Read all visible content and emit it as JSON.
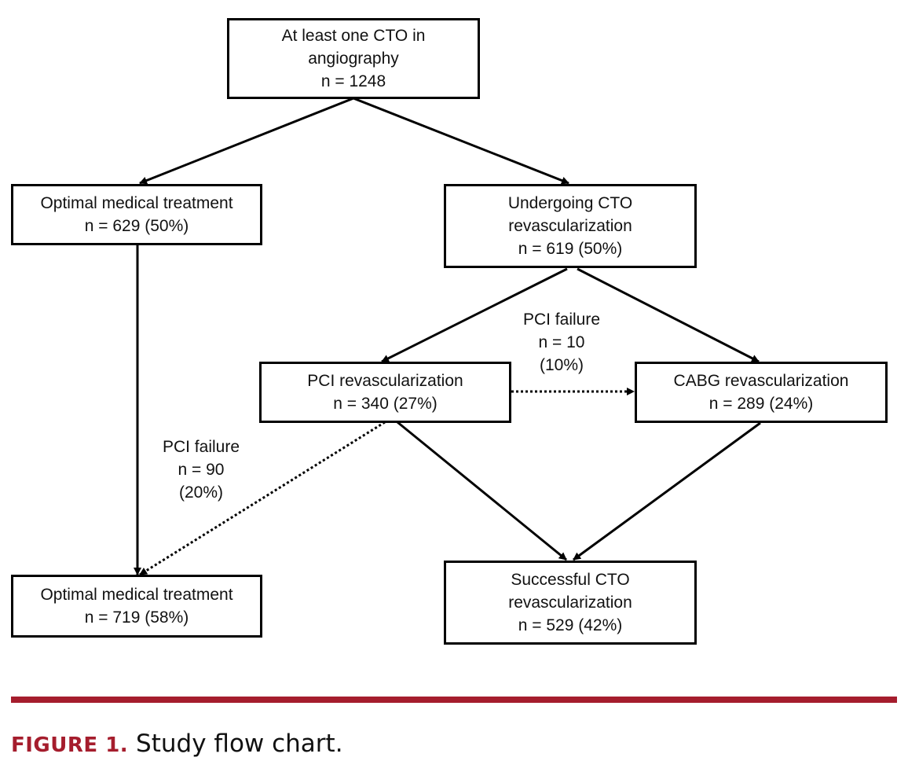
{
  "colors": {
    "rule": "#a51d2d",
    "line": "#000000"
  },
  "nodes": {
    "root": {
      "lines": [
        "At least one CTO in",
        "angiography",
        "n = 1248"
      ]
    },
    "omt1": {
      "lines": [
        "Optimal medical treatment",
        "n = 629 (50%)"
      ]
    },
    "revasc": {
      "lines": [
        "Undergoing CTO",
        "revascularization",
        "n = 619 (50%)"
      ]
    },
    "pci": {
      "lines": [
        "PCI revascularization",
        "n = 340 (27%)"
      ]
    },
    "cabg": {
      "lines": [
        "CABG revascularization",
        "n = 289 (24%)"
      ]
    },
    "omt2": {
      "lines": [
        "Optimal medical treatment",
        "n = 719 (58%)"
      ]
    },
    "success": {
      "lines": [
        "Successful CTO",
        "revascularization",
        "n = 529 (42%)"
      ]
    }
  },
  "edge_labels": {
    "pci_to_cabg": {
      "lines": [
        "PCI failure",
        "n = 10",
        "(10%)"
      ]
    },
    "pci_to_omt": {
      "lines": [
        "PCI failure",
        "n = 90",
        "(20%)"
      ]
    }
  },
  "caption": {
    "label": "FIGURE 1.",
    "text": " Study flow chart."
  }
}
